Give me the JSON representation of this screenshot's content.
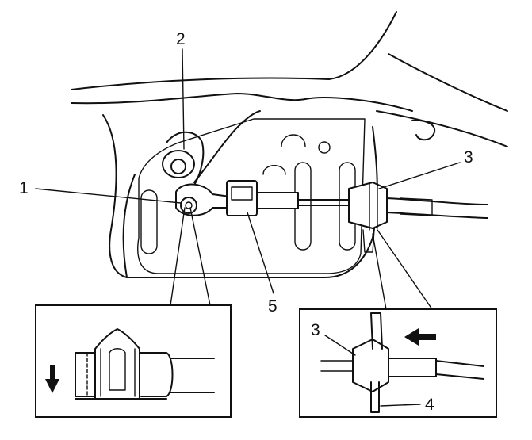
{
  "callouts": {
    "c1": "1",
    "c2": "2",
    "c3": "3",
    "c4": "4",
    "c5": "5",
    "c3_detail": "3"
  },
  "icons": {
    "arrow_down": "down-arrow-icon",
    "arrow_left": "left-arrow-icon"
  }
}
